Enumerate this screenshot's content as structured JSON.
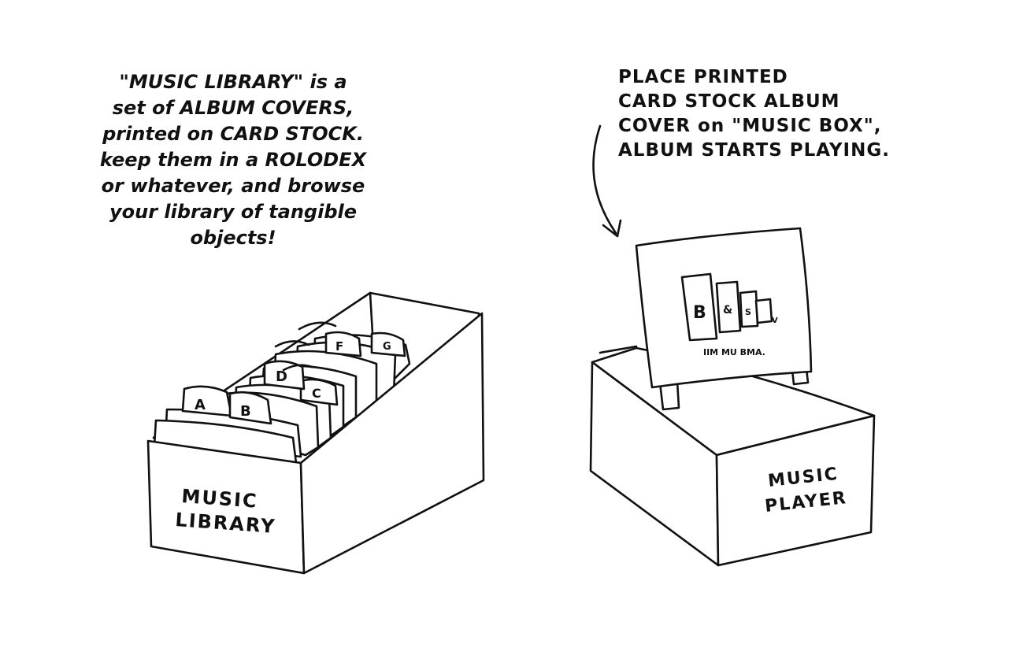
{
  "library_note": {
    "lines": [
      "\"MUSIC LIBRARY\" is a",
      "set of ALBUM COVERS,",
      "printed on CARD STOCK.",
      "keep them in a ROLODEX",
      "or whatever, and browse",
      "your library of tangible",
      "objects!"
    ]
  },
  "player_note": {
    "lines": [
      "PLACE PRINTED",
      "CARD STOCK ALBUM",
      "COVER on \"MUSIC BOX\",",
      "ALBUM STARTS PLAYING."
    ]
  },
  "library_box": {
    "label_line1": "MUSIC",
    "label_line2": "LIBRARY",
    "tabs": [
      "A",
      "B",
      "C",
      "D",
      "F",
      "G"
    ]
  },
  "player_box": {
    "label_line1": "MUSIC",
    "label_line2": "PLAYER"
  },
  "album_cover": {
    "letters": [
      "B",
      "&",
      "S",
      "V"
    ],
    "caption": "IIM MU BMA."
  },
  "ink_color": "#111111",
  "paper_color": "#ffffff"
}
